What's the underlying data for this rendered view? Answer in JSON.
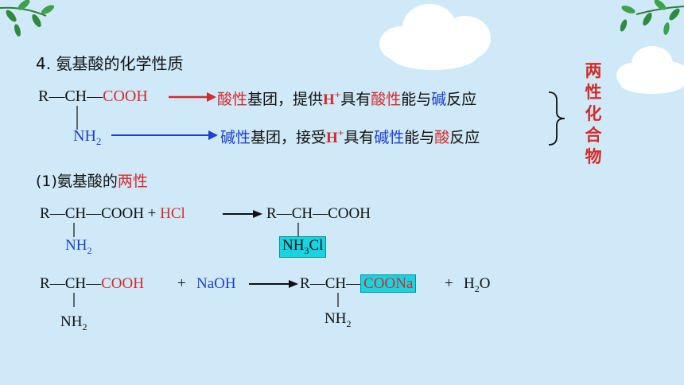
{
  "section_title": "4. 氨基酸的化学性质",
  "side_label": "两性化合物",
  "structure": {
    "r": "R",
    "ch": "CH",
    "cooh": "COOH",
    "nh2_base": "NH",
    "nh2_sub": "2"
  },
  "statement1": {
    "prefix": "酸性",
    "mid": "基团，提供",
    "ion": "H",
    "ion_sup": "+",
    "mid2": "具有",
    "kw": "酸性",
    "mid3": "能与",
    "kw2": "碱",
    "end": "反应"
  },
  "statement2": {
    "prefix": "碱性",
    "mid": "基团，接受",
    "ion": "H",
    "ion_sup": "+",
    "mid2": "具有",
    "kw": "碱性",
    "mid3": "能与",
    "kw2": "酸",
    "end": "反应"
  },
  "subsection": {
    "prefix": "(1)氨基酸的",
    "highlight": "两性"
  },
  "reaction1": {
    "reactant_tail": "—COOH + ",
    "reagent": "HCl",
    "product_nh3": "NH",
    "product_nh3_sub": "3",
    "product_cl": "Cl"
  },
  "reaction2": {
    "plus": "+",
    "reagent": "NaOH",
    "product_group": "COONa",
    "water_plus": "+",
    "water_h": "H",
    "water_sub": "2",
    "water_o": "O"
  },
  "colors": {
    "background": "#cfe9f8",
    "acid_red": "#d42a2a",
    "base_blue": "#1e3fd0",
    "highlight": "#18d3e0"
  }
}
